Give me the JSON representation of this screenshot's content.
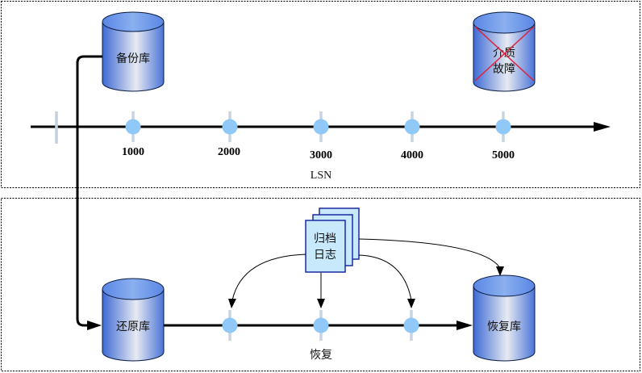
{
  "diagram": {
    "top_panel": {
      "backup_db": "备份库",
      "failed_db_line1": "介质",
      "failed_db_line2": "故障",
      "axis_label": "LSN",
      "ticks": [
        "1000",
        "2000",
        "3000",
        "4000",
        "5000"
      ]
    },
    "bottom_panel": {
      "restored_db": "还原库",
      "archive_log_line1": "归档",
      "archive_log_line2": "日志",
      "recovery_label": "恢复",
      "recovered_db": "恢复库"
    },
    "colors": {
      "node_fill": "#90c8f8",
      "tick_mark": "#c8d4e0",
      "cylinder_dark": "#4a78d8",
      "cylinder_light": "#e8ecf4",
      "log_fill": "#c8e8fc",
      "log_border": "#1a2aa0",
      "failure_cross": "#e0203c"
    }
  }
}
